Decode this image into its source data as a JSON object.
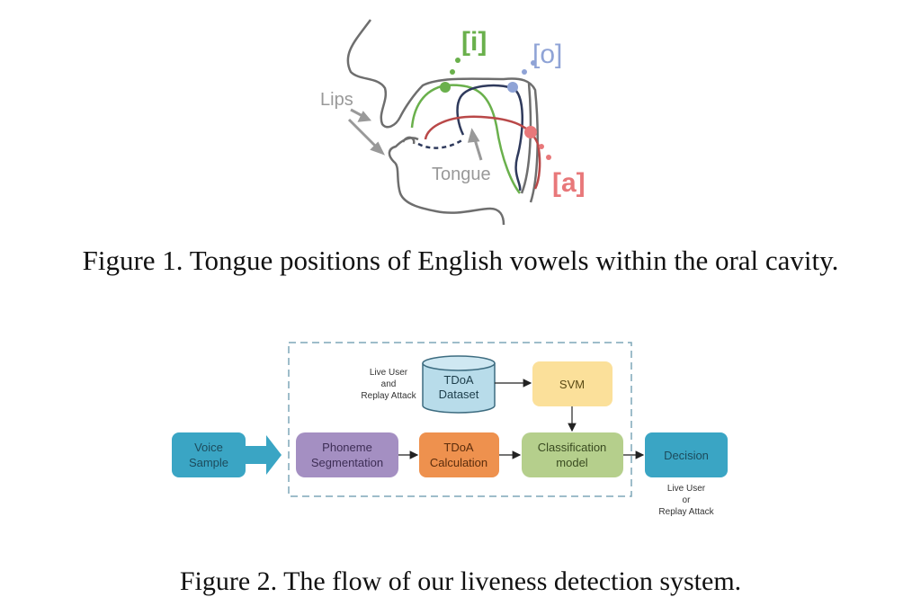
{
  "figure1": {
    "caption": "Figure 1. Tongue positions of English vowels within the oral cavity.",
    "labels": {
      "lips": "Lips",
      "tongue": "Tongue",
      "vowel_i": "[i]",
      "vowel_o": "[o]",
      "vowel_a": "[a]"
    },
    "colors": {
      "i": "#6ab04c",
      "o": "#8fa3d6",
      "a": "#e8787a",
      "outline": "#6e6e6e"
    }
  },
  "figure2": {
    "caption": "Figure 2. The flow of our liveness detection system.",
    "nodes": {
      "voice_sample": [
        "Voice",
        "Sample"
      ],
      "phoneme_segmentation": [
        "Phoneme",
        "Segmentation"
      ],
      "tdoa_calculation": [
        "TDoA",
        "Calculation"
      ],
      "classification_model": [
        "Classification",
        "model"
      ],
      "decision": "Decision",
      "tdoa_dataset": [
        "TDoA",
        "Dataset"
      ],
      "svm": "SVM"
    },
    "dataset_note": [
      "Live User",
      "and",
      "Replay Attack"
    ],
    "decision_note": [
      "Live User",
      "or",
      "Replay Attack"
    ],
    "colors": {
      "voice": "#3aa5c4",
      "phoneme": "#a48fc2",
      "tdoa": "#ee914e",
      "classification": "#b5cf8c",
      "decision": "#3aa5c4",
      "dataset": "#b8dcea",
      "svm": "#fbe09a"
    }
  }
}
